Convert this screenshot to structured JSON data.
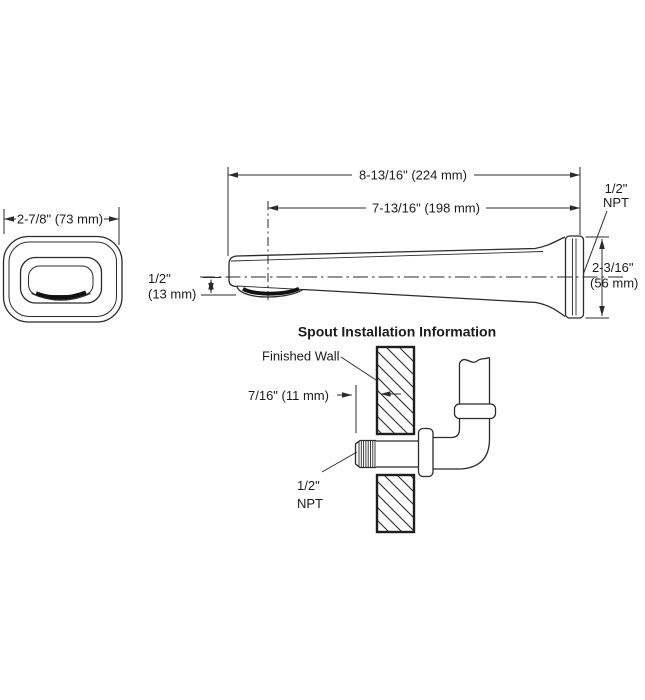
{
  "colors": {
    "line": "#2b2b2b",
    "outlet_shadow": "#111111",
    "background": "#ffffff"
  },
  "front_view": {
    "width_dim": "2-7/8\" (73 mm)"
  },
  "side_view": {
    "overall_length_dim": "8-13/16\" (224 mm)",
    "reach_dim": "7-13/16\" (198 mm)",
    "npt_label": {
      "line1": "1/2\"",
      "line2": "NPT"
    },
    "flange_height_dim": {
      "line1": "2-3/16\"",
      "line2": "(56 mm)"
    },
    "tip_height_dim": {
      "line1": "1/2\"",
      "line2": "(13 mm)"
    }
  },
  "installation": {
    "heading": "Spout Installation Information",
    "finished_wall_label": "Finished Wall",
    "protrusion_dim": "7/16\" (11 mm)",
    "npt_label": {
      "line1": "1/2\"",
      "line2": "NPT"
    }
  }
}
